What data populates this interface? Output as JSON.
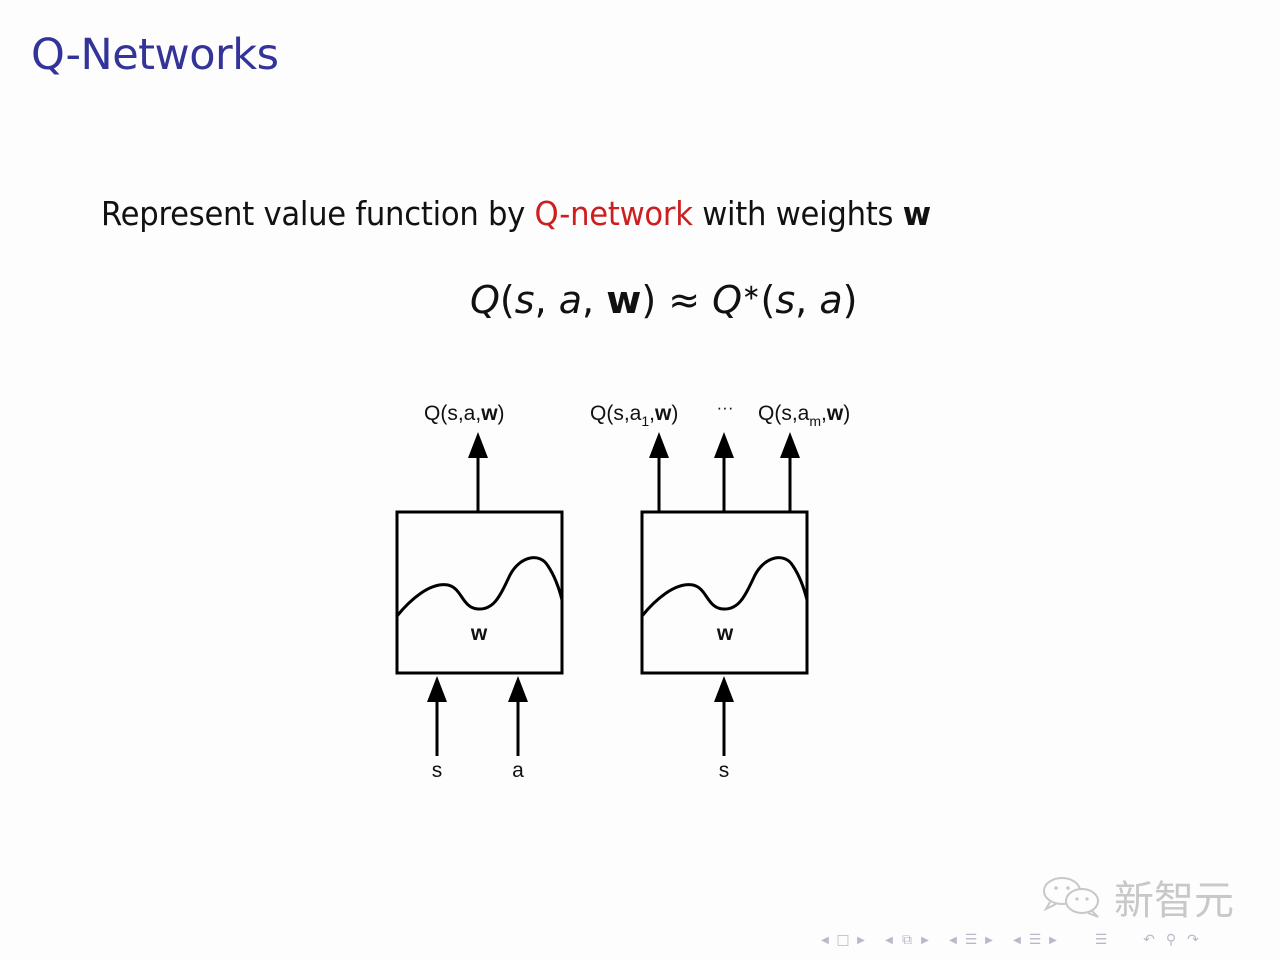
{
  "slide": {
    "title": "Q-Networks",
    "sentence": {
      "prefix": "Represent value function by ",
      "highlight": "Q-network",
      "middle": " with weights ",
      "bold_var": "w"
    },
    "equation": {
      "lhs_Q": "Q",
      "lhs_open": "(",
      "lhs_s": "s",
      "comma1": ", ",
      "lhs_a": "a",
      "comma2": ", ",
      "lhs_w": "w",
      "lhs_close": ")",
      "approx": " ≈ ",
      "rhs_Q": "Q",
      "rhs_star": "∗",
      "rhs_args_open": "(",
      "rhs_s": "s",
      "rhs_comma": ", ",
      "rhs_a": "a",
      "rhs_close": ")"
    },
    "colors": {
      "title": "#333399",
      "highlight": "#cc1f1f",
      "text": "#111111",
      "background": "#fdfdfe"
    }
  },
  "diagram": {
    "left_network": {
      "output_label_prefix": "Q(s,a,",
      "output_label_bold": "w",
      "output_label_suffix": ")",
      "weight_label": "w",
      "inputs": [
        "s",
        "a"
      ]
    },
    "right_network": {
      "output1_prefix": "Q(s,a",
      "output1_sub": "1",
      "output1_mid": ",",
      "output1_bold": "w",
      "output1_suffix": ")",
      "ellipsis": "···",
      "outputm_prefix": "Q(s,a",
      "outputm_sub": "m",
      "outputm_mid": ",",
      "outputm_bold": "w",
      "outputm_suffix": ")",
      "weight_label": "w",
      "inputs": [
        "s"
      ]
    }
  },
  "watermark": {
    "icon": "wechat-icon",
    "text": "新智元"
  },
  "navigation": {
    "items": [
      {
        "name": "prev-slide",
        "glyph": "◀"
      },
      {
        "name": "slide-icon",
        "glyph": "□"
      },
      {
        "name": "next-slide",
        "glyph": "▶"
      },
      {
        "name": "prev-frame",
        "glyph": "◀"
      },
      {
        "name": "frame-icon",
        "glyph": "⧉"
      },
      {
        "name": "next-frame",
        "glyph": "▶"
      },
      {
        "name": "prev-subsection",
        "glyph": "◀"
      },
      {
        "name": "subsection-icon",
        "glyph": "☰"
      },
      {
        "name": "next-subsection",
        "glyph": "▶"
      },
      {
        "name": "prev-section",
        "glyph": "◀"
      },
      {
        "name": "section-icon",
        "glyph": "☰"
      },
      {
        "name": "next-section",
        "glyph": "▶"
      },
      {
        "name": "toc-icon",
        "glyph": "☰"
      },
      {
        "name": "back-icon",
        "glyph": "↶"
      },
      {
        "name": "search-icon",
        "glyph": "⚲"
      },
      {
        "name": "forward-icon",
        "glyph": "↷"
      }
    ]
  }
}
